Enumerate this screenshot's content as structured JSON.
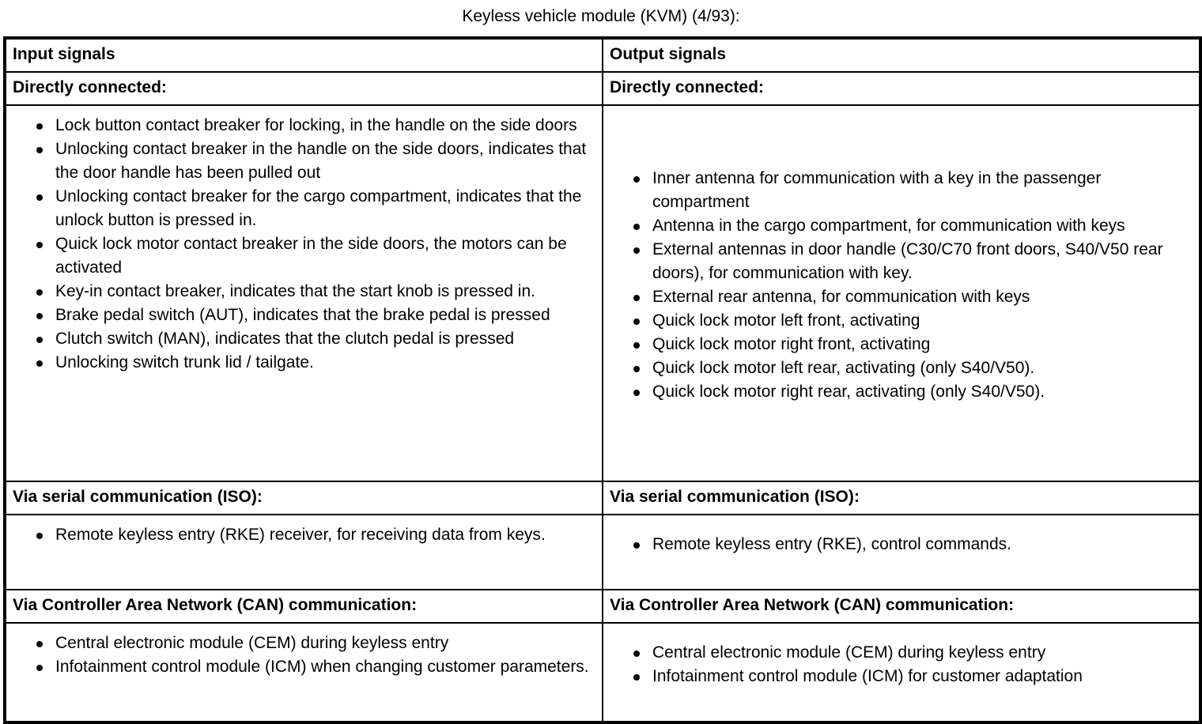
{
  "document": {
    "title": "Keyless vehicle module (KVM) (4/93):"
  },
  "table": {
    "columns": {
      "input_header": "Input signals",
      "output_header": "Output signals"
    },
    "sections": [
      {
        "key": "directly_connected",
        "input_subheader": "Directly connected:",
        "output_subheader": "Directly connected:",
        "input_items": [
          "Lock button contact breaker for locking, in the handle on the side doors",
          "Unlocking contact breaker in the handle on the side doors, indicates that the door handle has been pulled out",
          "Unlocking contact breaker for the cargo compartment, indicates that the unlock button is pressed in.",
          "Quick lock motor contact breaker in the side doors, the motors can be activated",
          "Key-in contact breaker, indicates that the start knob is pressed in.",
          "Brake pedal switch (AUT), indicates that the brake pedal is pressed",
          "Clutch switch (MAN), indicates that the clutch pedal is pressed",
          "Unlocking switch trunk lid / tailgate."
        ],
        "output_items": [
          "Inner antenna for communication with a key in the passenger compartment",
          "Antenna in the cargo compartment, for communication with keys",
          "External antennas in door handle (C30/C70 front doors, S40/V50 rear doors), for communication with key.",
          "External rear antenna, for communication with keys",
          "Quick lock motor left front, activating",
          "Quick lock motor right front, activating",
          "Quick lock motor left rear, activating (only S40/V50).",
          "Quick lock motor right rear, activating (only S40/V50)."
        ]
      },
      {
        "key": "serial_iso",
        "input_subheader": "Via serial communication (ISO):",
        "output_subheader": "Via serial communication (ISO):",
        "input_items": [
          "Remote keyless entry (RKE) receiver, for receiving data from keys."
        ],
        "output_items": [
          "Remote keyless entry (RKE), control commands."
        ]
      },
      {
        "key": "can",
        "input_subheader": "Via Controller Area Network (CAN) communication:",
        "output_subheader": "Via Controller Area Network (CAN) communication:",
        "input_items": [
          "Central electronic module (CEM) during keyless entry",
          "Infotainment control module (ICM) when changing customer parameters."
        ],
        "output_items": [
          "Central electronic module (CEM) during keyless entry",
          "Infotainment control module (ICM) for customer adaptation"
        ]
      }
    ]
  },
  "colors": {
    "text": "#000000",
    "background": "#ffffff",
    "border": "#000000"
  }
}
